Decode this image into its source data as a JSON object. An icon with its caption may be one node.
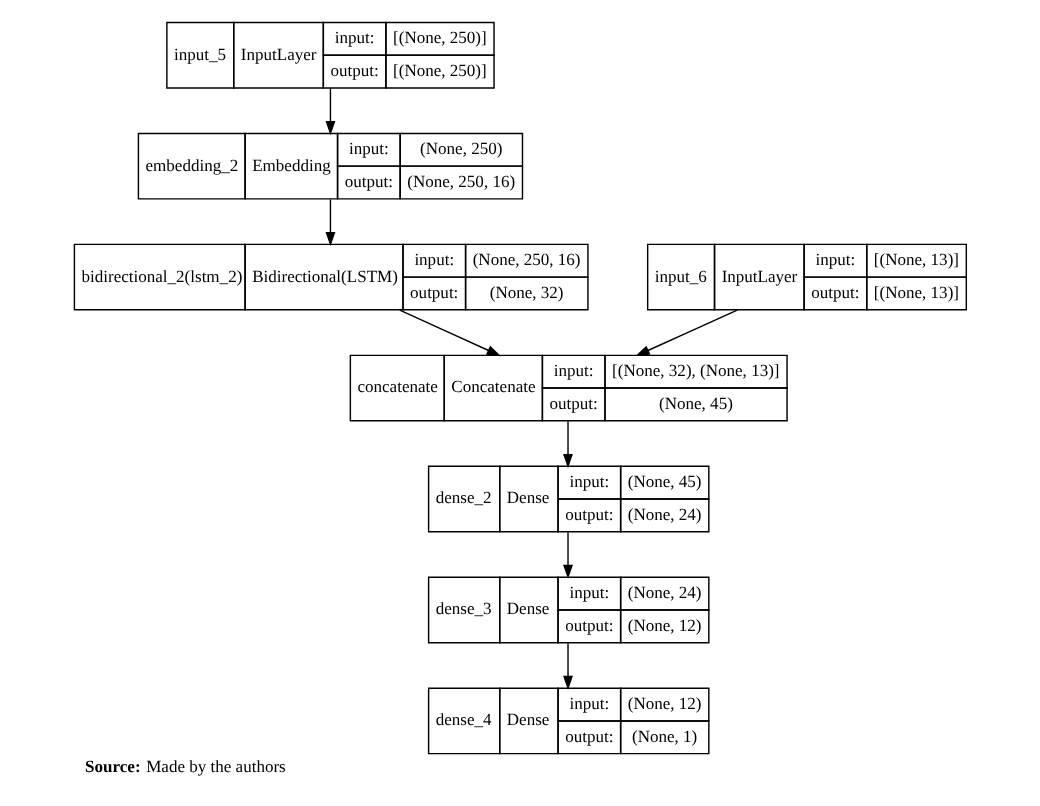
{
  "diagram": {
    "caption": "**Source:** Made by the authors",
    "nodes": [
      {
        "text": [
          "input_5",
          "InputLayer",
          "input:",
          "[(None, 250)]",
          "output:",
          "[(None, 250)]"
        ]
      },
      {
        "text": [
          "embedding_2",
          "Embedding",
          "input:",
          "(None, 250)",
          "output:",
          "(None, 250, 16)"
        ]
      },
      {
        "text": [
          "bidirectional_2(lstm_2)",
          "Bidirectional(LSTM)",
          "input:",
          "(None, 250, 16)",
          "output:",
          "(None, 32)"
        ]
      },
      {
        "text": [
          "input_6",
          "InputLayer",
          "input:",
          "[(None, 13)]",
          "output:",
          "[(None, 13)]"
        ]
      },
      {
        "text": [
          "concatenate",
          "Concatenate",
          "input:",
          "[(None, 32), (None, 13)]",
          "output:",
          "(None, 45)"
        ]
      },
      {
        "text": [
          "dense_2",
          "Dense",
          "input:",
          "(None, 45)",
          "output:",
          "(None, 24)"
        ]
      },
      {
        "text": [
          "dense_3",
          "Dense",
          "input:",
          "(None, 24)",
          "output:",
          "(None, 12)"
        ]
      },
      {
        "text": [
          "dense_4",
          "Dense",
          "input:",
          "(None, 12)",
          "output:",
          "(None, 1)"
        ]
      }
    ],
    "edges": [
      {
        "from": 0,
        "to": 1,
        "arrow": "to"
      },
      {
        "from": 1,
        "to": 2,
        "arrow": "to"
      },
      {
        "from": 2,
        "to": 4,
        "arrow": "to"
      },
      {
        "from": 3,
        "to": 4,
        "arrow": "to"
      },
      {
        "from": 4,
        "to": 5,
        "arrow": "to"
      },
      {
        "from": 5,
        "to": 6,
        "arrow": "to"
      },
      {
        "from": 6,
        "to": 7,
        "arrow": "to"
      }
    ]
  }
}
